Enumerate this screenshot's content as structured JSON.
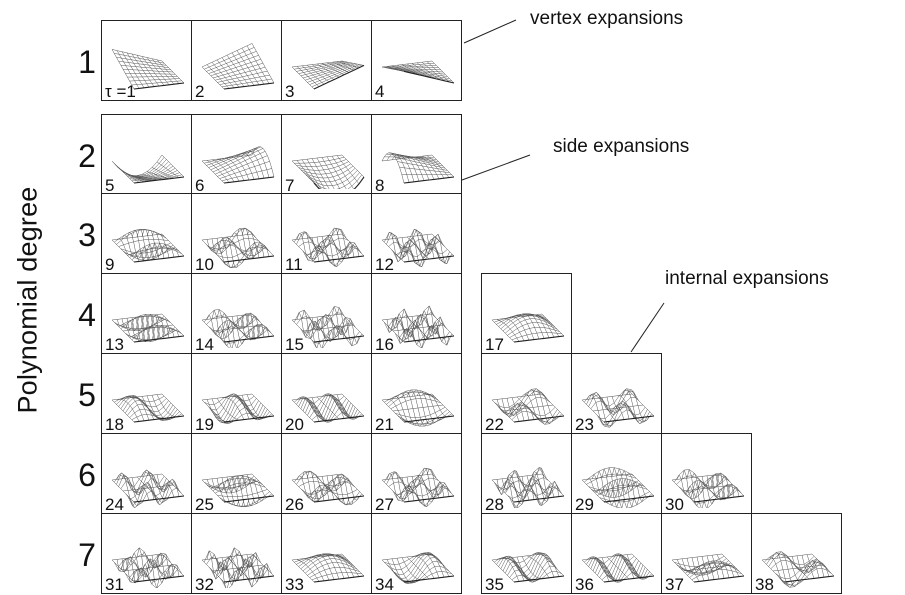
{
  "axis": {
    "ylabel": "Polynomial degree"
  },
  "degrees": [
    "1",
    "2",
    "3",
    "4",
    "5",
    "6",
    "7"
  ],
  "group_labels": {
    "vertex": "vertex expansions",
    "side": "side expansions",
    "internal": "internal expansions"
  },
  "modes": [
    "τ =1",
    "2",
    "3",
    "4",
    "5",
    "6",
    "7",
    "8",
    "9",
    "10",
    "11",
    "12",
    "13",
    "14",
    "15",
    "16",
    "17",
    "18",
    "19",
    "20",
    "21",
    "22",
    "23",
    "24",
    "25",
    "26",
    "27",
    "28",
    "29",
    "30",
    "31",
    "32",
    "33",
    "34",
    "35",
    "36",
    "37",
    "38"
  ]
}
